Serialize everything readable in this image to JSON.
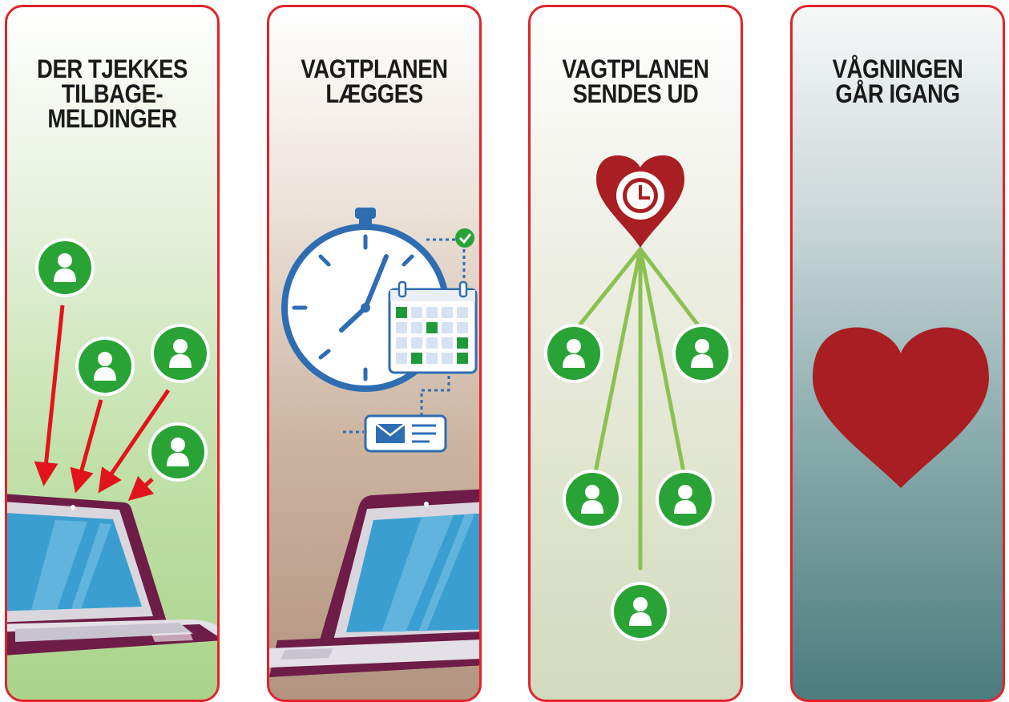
{
  "panels": [
    {
      "title_lines": [
        "DER TJEKKES",
        "TILBAGE-",
        "MELDINGER"
      ]
    },
    {
      "title_lines": [
        "VAGTPLANEN",
        "LÆGGES"
      ]
    },
    {
      "title_lines": [
        "VAGTPLANEN",
        "SENDES UD"
      ]
    },
    {
      "title_lines": [
        "VÅGNINGEN",
        "GÅR IGANG"
      ]
    }
  ],
  "colors": {
    "border": "#e0242c",
    "person_green": "#2aa336",
    "arrow_red": "#e1141c",
    "heart_red": "#a81e22",
    "laptop_purple": "#6e1c48",
    "screen_blue": "#3a9fd0",
    "clock_blue": "#2f6db3",
    "line_green": "#8cc152"
  }
}
